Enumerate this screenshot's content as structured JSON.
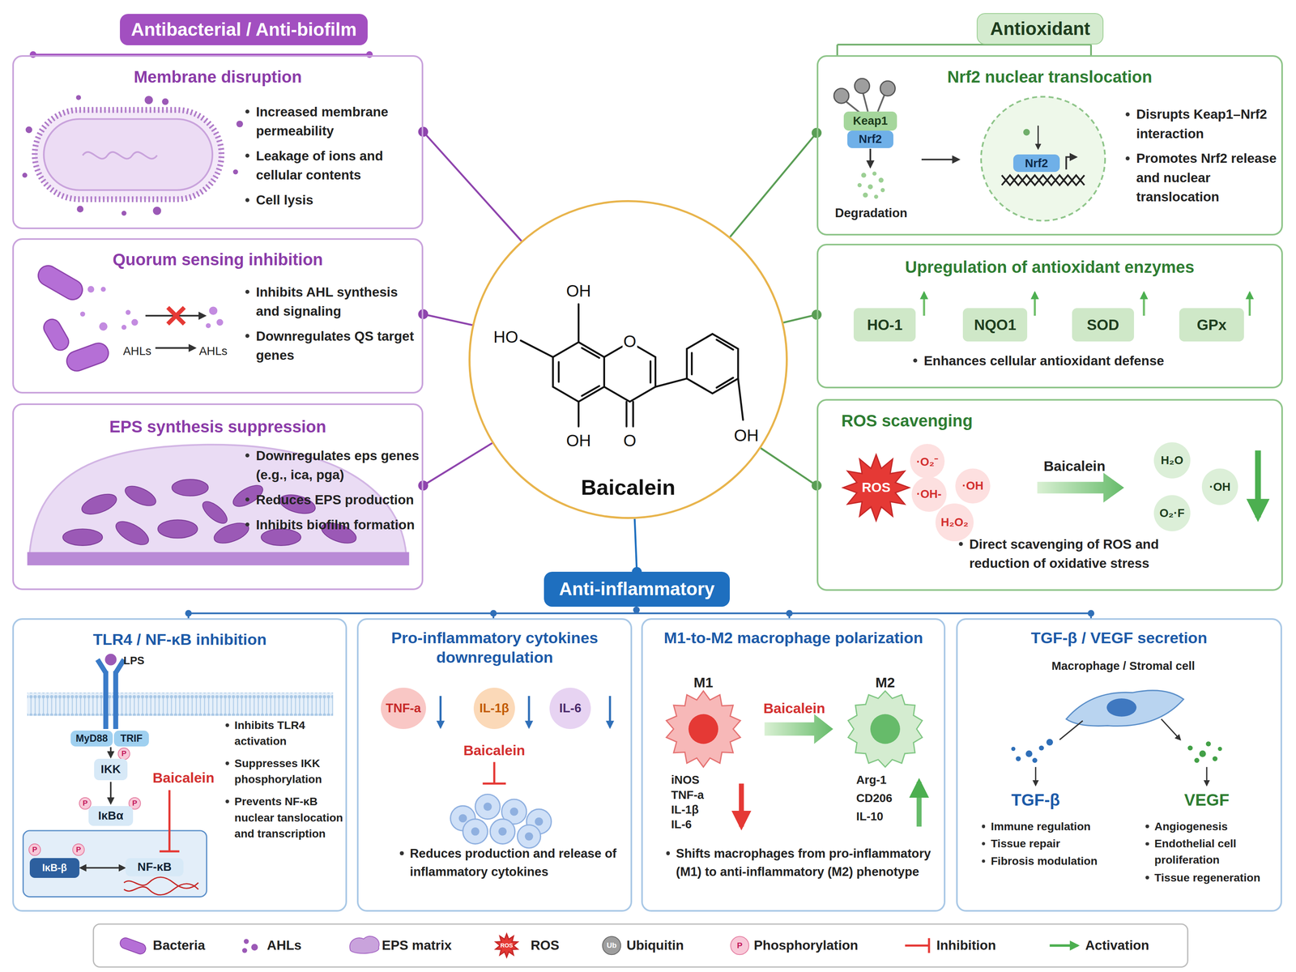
{
  "diagram": {
    "nodes": [
      {
        "text": [
          "Antibacterial / Anti-biofilm"
        ]
      },
      {
        "text": [
          "Membrane disruption",
          "Increased membrane permeability",
          "Leakage of ions and cellular contents",
          "Cell lysis"
        ]
      },
      {
        "text": [
          "Quorum sensing inhibition",
          "Inhibits AHL synthesis and signaling",
          "Downregulates QS target genes"
        ]
      },
      {
        "text": [
          "EPS synthesis suppression",
          "Downregulates eps genes (e.g., ica, pga)",
          "Reduces EPS production",
          "Inhibits biofilm formation"
        ]
      },
      {
        "text": [
          "Antioxidant"
        ]
      },
      {
        "text": [
          "Nrf2 nuclear translocation",
          "Disrupts Keap1–Nrf2 interaction",
          "Promotes Nrf2 release and nuclear translocation"
        ]
      },
      {
        "text": [
          "Keap1"
        ],
        "in": 5
      },
      {
        "text": [
          "Nrf2"
        ],
        "in": 5
      },
      {
        "text": [
          "Nrf2"
        ],
        "in": 5
      },
      {
        "text": [
          "Upregulation of antioxidant enzymes",
          "Enhances cellular antioxidant defense"
        ]
      },
      {
        "text": [
          "HO-1"
        ],
        "in": 9
      },
      {
        "text": [
          "NQO1"
        ],
        "in": 9
      },
      {
        "text": [
          "SOD"
        ],
        "in": 9
      },
      {
        "text": [
          "GPx"
        ],
        "in": 9
      },
      {
        "text": [
          "ROS scavenging",
          "Direct scavenging of ROS and reduction of oxidative stress"
        ]
      },
      {
        "text": [
          "·O₂⁻"
        ],
        "in": 14
      },
      {
        "text": [
          "·OH-"
        ],
        "in": 14
      },
      {
        "text": [
          "·OH"
        ],
        "in": 14
      },
      {
        "text": [
          "H₂O₂"
        ],
        "in": 14
      },
      {
        "text": [
          "H₂O"
        ],
        "in": 14
      },
      {
        "text": [
          "·OH"
        ],
        "in": 14
      },
      {
        "text": [
          "O₂·F"
        ],
        "in": 14
      },
      {
        "text": [
          "Baicalein"
        ]
      },
      {
        "text": [
          "Anti-inflammatory"
        ]
      },
      {
        "text": [
          "TLR4 / NF-κB inhibition",
          "Inhibits TLR4 activation",
          "Suppresses IKK phosphorylation",
          "Prevents NF-κB nuclear tanslocation and transcription"
        ]
      },
      {
        "text": [
          "MyD88"
        ],
        "in": 24
      },
      {
        "text": [
          "TRIF"
        ],
        "in": 24
      },
      {
        "text": [
          "IKK"
        ],
        "in": 24
      },
      {
        "text": [
          "IκBα"
        ],
        "in": 24
      },
      {
        "text": [
          "IκB-β"
        ],
        "in": 24
      },
      {
        "text": [
          "NF-κB"
        ],
        "in": 24
      },
      {
        "text": [
          "Pro-inflammatory cytokines downregulation",
          "Reduces production and release of inflammatory cytokines"
        ]
      },
      {
        "text": [
          "TNF-a"
        ],
        "in": 31
      },
      {
        "text": [
          "IL-1β"
        ],
        "in": 31
      },
      {
        "text": [
          "IL-6"
        ],
        "in": 31
      },
      {
        "text": [
          "M1-to-M2 macrophage polarization",
          "Shifts macrophages from pro-inflammatory (M1) to anti-inflammatory (M2) phenotype"
        ]
      },
      {
        "text": [
          "TGF-β / VEGF secretion"
        ]
      }
    ],
    "edges": [
      {
        "from": 22,
        "to": 1,
        "arrow": "none"
      },
      {
        "from": 22,
        "to": 2,
        "arrow": "none"
      },
      {
        "from": 22,
        "to": 3,
        "arrow": "none"
      },
      {
        "from": 22,
        "to": 5,
        "arrow": "none"
      },
      {
        "from": 22,
        "to": 9,
        "arrow": "none"
      },
      {
        "from": 22,
        "to": 14,
        "arrow": "none"
      },
      {
        "from": 22,
        "to": 23,
        "arrow": "none"
      }
    ],
    "labels": [
      "AHLs",
      "AHLs",
      "Degradation",
      "ROS",
      "Baicalein",
      "OH",
      "HO",
      "O",
      "O",
      "OH",
      "OH",
      "LPS",
      "P",
      "P",
      "P",
      "P",
      "P",
      "Baicalein",
      "Baicalein",
      "M1",
      "M2",
      "Baicalein",
      "iNOS",
      "TNF-a",
      "IL-1β",
      "IL-6",
      "Arg-1",
      "CD206",
      "IL-10",
      "Macrophage / Stromal cell",
      "TGF-β",
      "VEGF",
      "Immune regulation",
      "Tissue repair",
      "Fibrosis modulation",
      "Angiogenesis",
      "Endothelial cell proliferation",
      "Tissue regeneration",
      "ROS",
      "Ub",
      "P"
    ],
    "legend": [
      {
        "text": "Bacteria"
      },
      {
        "text": "AHLs"
      },
      {
        "text": "EPS matrix"
      },
      {
        "text": "ROS"
      },
      {
        "text": "Ubiquitin"
      },
      {
        "text": "Phosphorylation"
      },
      {
        "text": "Inhibition"
      },
      {
        "text": "Activation"
      }
    ]
  }
}
